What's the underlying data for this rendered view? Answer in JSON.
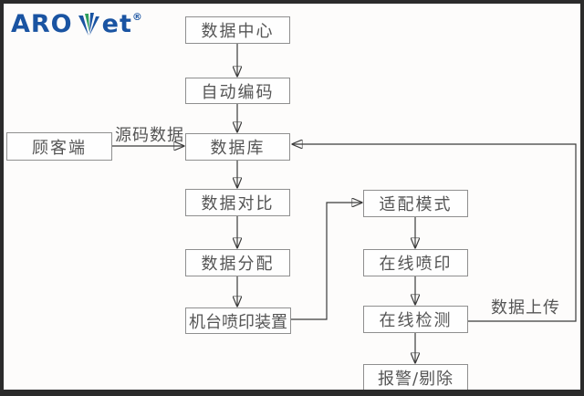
{
  "logo": {
    "text_left": "ARO",
    "text_right": "et",
    "registered": "®",
    "color": "#1a54a2"
  },
  "colors": {
    "background": "#fdfcfb",
    "outer_border": "#2b2b2b",
    "box_border": "#8f8f8f",
    "box_fill": "#fefefe",
    "text": "#555555",
    "connector": "#3b3b3b",
    "logo_blue": "#1a54a2",
    "leaf_green": "#2e9e5b"
  },
  "flowchart": {
    "nodes": [
      {
        "id": "data-center",
        "label": "数据中心"
      },
      {
        "id": "auto-coding",
        "label": "自动编码"
      },
      {
        "id": "customer",
        "label": "顾客端"
      },
      {
        "id": "database",
        "label": "数据库"
      },
      {
        "id": "data-compare",
        "label": "数据对比"
      },
      {
        "id": "data-distribute",
        "label": "数据分配"
      },
      {
        "id": "machine-print",
        "label": "机台喷印装置"
      },
      {
        "id": "adapt-mode",
        "label": "适配模式"
      },
      {
        "id": "online-print",
        "label": "在线喷印"
      },
      {
        "id": "online-detect",
        "label": "在线检测"
      },
      {
        "id": "alarm-reject",
        "label": "报警/剔除"
      }
    ],
    "edge_labels": [
      {
        "id": "source-data",
        "label": "源码数据"
      },
      {
        "id": "data-upload",
        "label": "数据上传"
      }
    ]
  }
}
